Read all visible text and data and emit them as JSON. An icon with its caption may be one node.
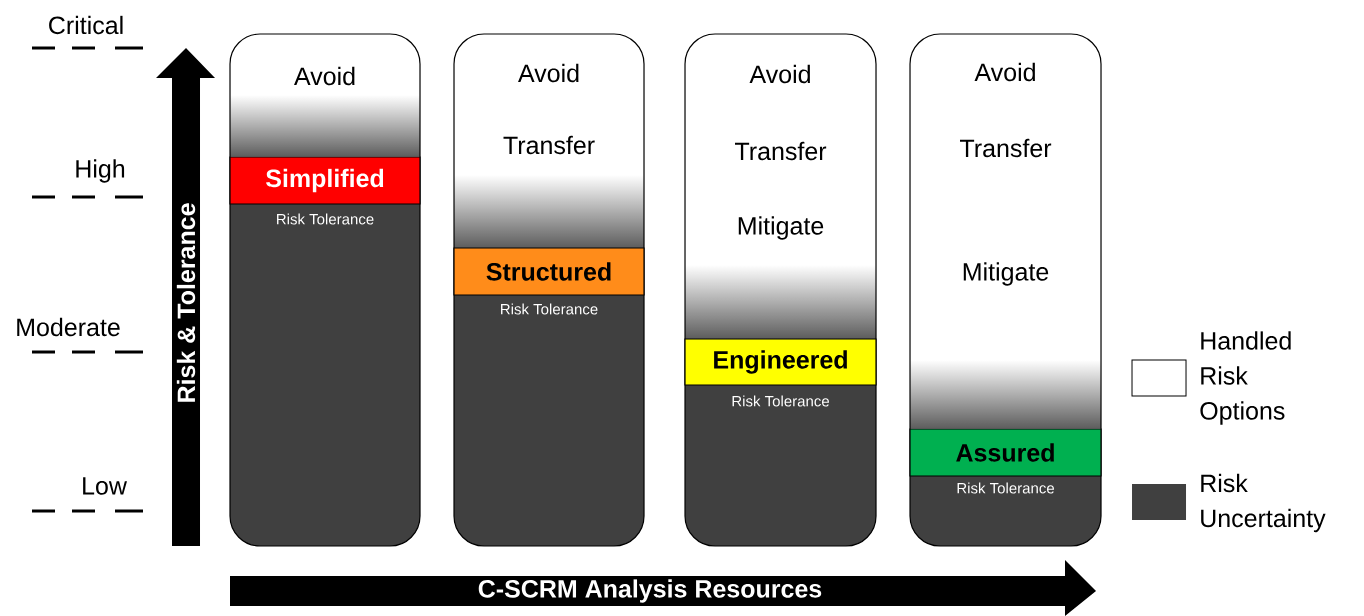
{
  "diagram": {
    "nodes": [
      {
        "text": [
          "Avoid",
          "Risk Tolerance"
        ]
      },
      {
        "text": [
          "Simplified"
        ],
        "in": 0
      },
      {
        "text": [
          "Avoid",
          "Transfer",
          "Risk Tolerance"
        ]
      },
      {
        "text": [
          "Structured"
        ],
        "in": 2
      },
      {
        "text": [
          "Avoid",
          "Transfer",
          "Mitigate",
          "Risk Tolerance"
        ]
      },
      {
        "text": [
          "Engineered"
        ],
        "in": 4
      },
      {
        "text": [
          "Avoid",
          "Transfer",
          "Mitigate",
          "Risk Tolerance"
        ]
      },
      {
        "text": [
          "Assured"
        ],
        "in": 6
      }
    ],
    "labels": [
      "Critical",
      "High",
      "Moderate",
      "Low",
      "Risk & Tolerance",
      "C-SCRM Analysis Resources"
    ],
    "legend": [
      {
        "text": "Handled Risk Options"
      },
      {
        "text": "Risk Uncertainty",
        "color": "#404040"
      }
    ]
  }
}
